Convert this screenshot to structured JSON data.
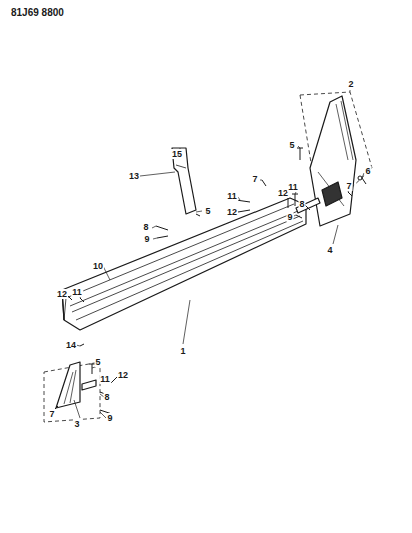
{
  "diagram": {
    "labels": [
      "81J69 8800",
      "2",
      "5",
      "6",
      "7",
      "7",
      "12",
      "11",
      "8",
      "9",
      "4",
      "15",
      "13",
      "5",
      "11",
      "12",
      "8",
      "9",
      "10",
      "12",
      "11",
      "14",
      "1",
      "5",
      "11",
      "12",
      "8",
      "9",
      "7",
      "3"
    ]
  }
}
